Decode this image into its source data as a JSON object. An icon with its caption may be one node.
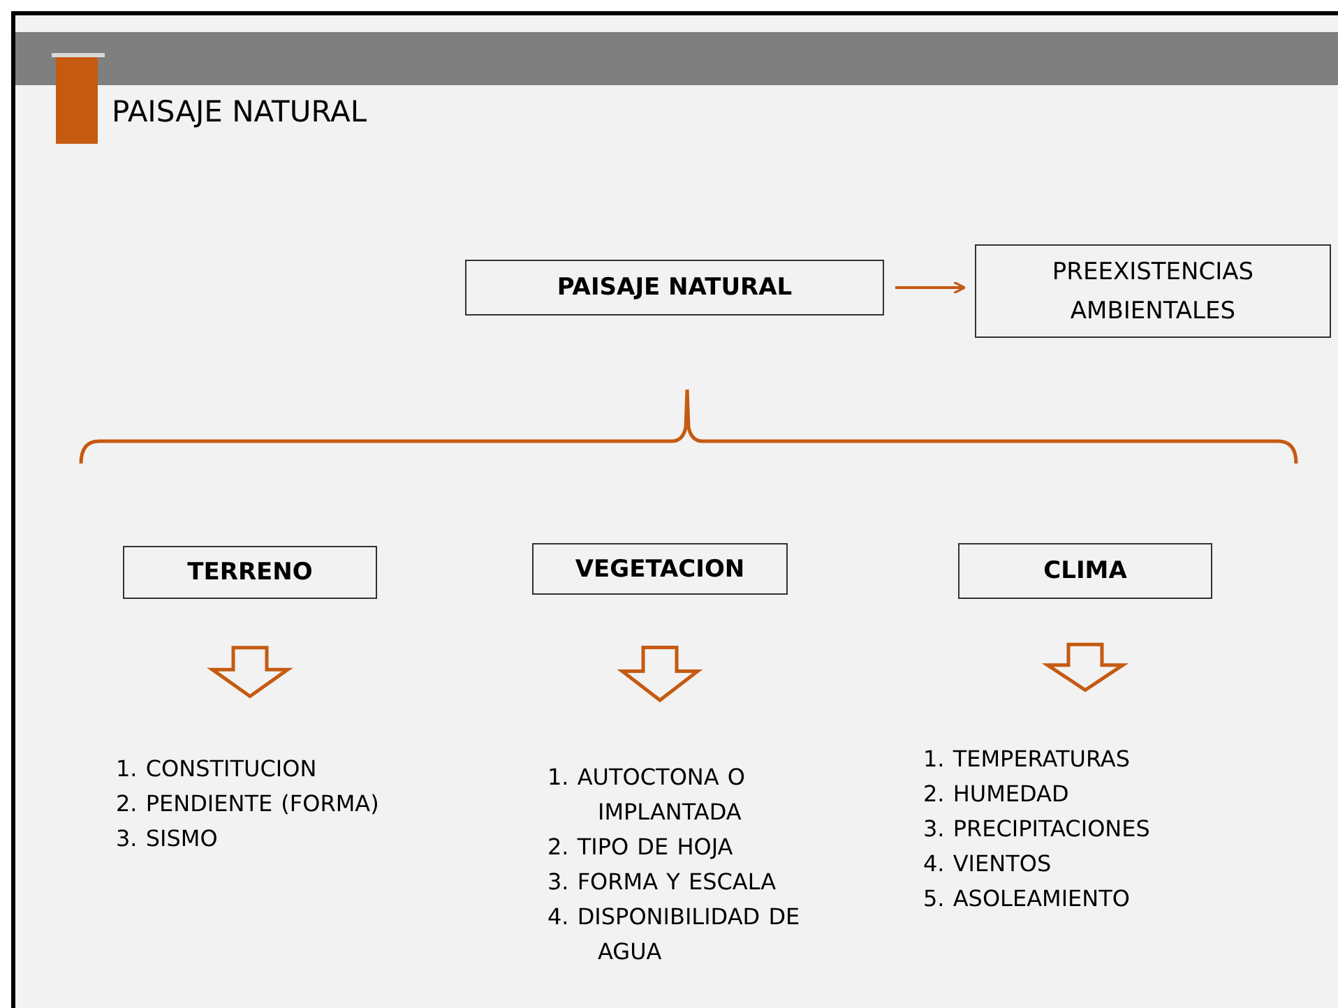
{
  "diagram": {
    "title": "PAISAJE NATURAL",
    "nodes": [
      {
        "text": [
          "PAISAJE  NATURAL"
        ]
      },
      {
        "text": [
          "PREEXISTENCIAS AMBIENTALES"
        ]
      },
      {
        "text": [
          "TERRENO"
        ]
      },
      {
        "text": [
          "VEGETACION"
        ]
      },
      {
        "text": [
          "CLIMA"
        ]
      },
      {
        "text": [
          "1. CONSTITUCION",
          "2. PENDIENTE (FORMA)",
          "3. SISMO"
        ]
      },
      {
        "text": [
          "1. AUTOCTONA O IMPLANTADA",
          "2. TIPO DE HOJA",
          "3. FORMA Y ESCALA",
          "4. DISPONIBILIDAD DE AGUA"
        ]
      },
      {
        "text": [
          "1. TEMPERATURAS",
          "2. HUMEDAD",
          "3. PRECIPITACIONES",
          "4. VIENTOS",
          "5. ASOLEAMIENTO"
        ]
      }
    ],
    "edges": [
      {
        "from": 0,
        "to": 1,
        "arrow": "to"
      },
      {
        "from": 2,
        "to": 5,
        "arrow": "to",
        "style": "thick"
      },
      {
        "from": 3,
        "to": 6,
        "arrow": "to",
        "style": "thick"
      },
      {
        "from": 4,
        "to": 7,
        "arrow": "to",
        "style": "thick"
      }
    ]
  }
}
